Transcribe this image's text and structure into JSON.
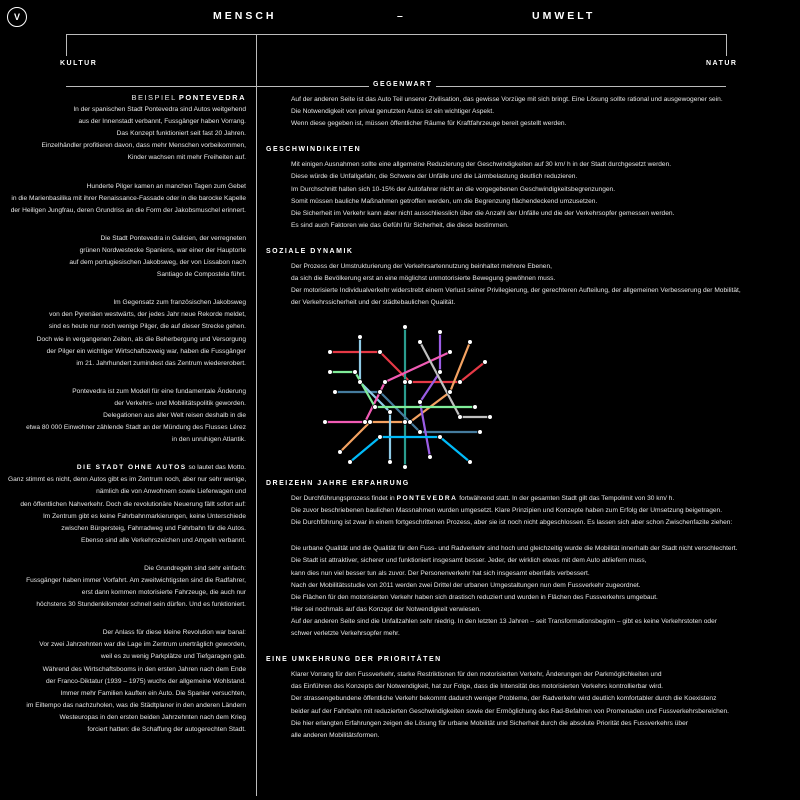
{
  "header": {
    "badge": "V",
    "left_word": "MENSCH",
    "dash": "–",
    "right_word": "UMWELT",
    "left_axis": "KULTUR",
    "right_axis": "NATUR",
    "center_axis": "GEGENWART"
  },
  "left": {
    "title_light": "BEISPIEL",
    "title_bold": "PONTEVEDRA",
    "p1": [
      "In der spanischen Stadt Pontevedra sind Autos weitgehend",
      "aus der Innenstadt verbannt, Fussgänger haben Vorrang.",
      "Das Konzept funktioniert seit fast 20 Jahren.",
      "Einzelhändler profitieren davon, dass mehr Menschen vorbeikommen,",
      "Kinder wachsen mit mehr Freiheiten auf."
    ],
    "p2": [
      "Hunderte Pilger kamen an manchen Tagen zum Gebet",
      "in die Marienbasilika mit ihrer Renaissance-Fassade oder in die barocke Kapelle",
      "der Heiligen Jungfrau, deren Grundriss an die Form der Jakobsmuschel erinnert."
    ],
    "p3": [
      "Die Stadt Pontevedra in Galicien, der verregneten",
      "grünen Nordwestecke Spaniens, war einer der Hauptorte",
      "auf dem portugiesischen Jakobsweg, der von Lissabon nach",
      "Santiago de Compostela führt."
    ],
    "p4": [
      "Im Gegensatz zum französischen Jakobsweg",
      "von den Pyrenäen westwärts, der jedes Jahr neue Rekorde meldet,",
      "sind es heute nur noch wenige Pilger, die auf dieser Strecke gehen.",
      "Doch wie in vergangenen Zeiten, als die Beherbergung und Versorgung",
      "der Pilger ein wichtiger Wirtschaftszweig war, haben die Fussgänger",
      "im 21. Jahrhundert zumindest das Zentrum wiedererobert."
    ],
    "p5": [
      "Pontevedra ist zum Modell für eine fundamentale Änderung",
      "der Verkehrs- und Mobilitätspolitik geworden.",
      "Delegationen aus aller Welt reisen deshalb in die",
      "etwa 80 000 Einwohner zählende Stadt an der Mündung des Flusses Lérez",
      "in den unruhigen Atlantik."
    ],
    "p6_bold": "DIE STADT OHNE AUTOS",
    "p6_first_rest": " so lautet das Motto.",
    "p6": [
      "Ganz stimmt es nicht, denn Autos gibt es im Zentrum noch, aber nur sehr wenige,",
      "nämlich die von Anwohnern sowie Lieferwagen und",
      "den öffentlichen Nahverkehr. Doch die revolutionäre Neuerung fällt sofort auf:",
      "Im Zentrum gibt es keine Fahrbahnmarkierungen, keine Unterschiede",
      "zwischen Bürgersteig, Fahrradweg und Fahrbahn für die Autos.",
      "Ebenso sind alle Verkehrszeichen und Ampeln verbannt."
    ],
    "p7": [
      "Die Grundregeln sind sehr einfach:",
      "Fussgänger haben immer Vorfahrt. Am zweitwichtigsten sind die Radfahrer,",
      "erst dann kommen motorisierte Fahrzeuge, die auch nur",
      "höchstens 30 Stundenkilometer schnell sein dürfen. Und es funktioniert."
    ],
    "p8": [
      "Der Anlass für diese kleine Revolution war banal:",
      "Vor zwei Jahrzehnten war die Lage im Zentrum unerträglich geworden,",
      "weil es zu wenig Parkplätze und Tiefgaragen gab.",
      "Während des Wirtschaftsbooms in den ersten Jahren nach dem Ende",
      "der Franco-Diktatur (1939 – 1975) wuchs der allgemeine Wohlstand.",
      "Immer mehr Familien kauften ein Auto. Die Spanier versuchten,",
      "im Eiltempo das nachzuholen, was die Städtplaner in den anderen Ländern",
      "Westeuropas in den ersten beiden Jahrzehnten nach dem Krieg",
      "forciert hatten: die Schaffung der autogerechten Stadt."
    ]
  },
  "right": {
    "intro": [
      "Auf der anderen Seite ist das Auto Teil unserer Zivilisation, das gewisse Vorzüge mit sich bringt. Eine Lösung sollte rational und ausgewogener sein.",
      "Die Notwendigkeit von privat genutzten Autos ist ein wichtiger Aspekt.",
      "Wenn diese gegeben ist, müssen öffentlicher Räume für Kraftfahrzeuge bereit gestellt werden."
    ],
    "s1_title": "GESCHWINDIKEITEN",
    "s1": [
      "Mit einigen Ausnahmen sollte eine allgemeine Reduzierung der Geschwindigkeiten auf 30 km/ h in der Stadt durchgesetzt werden.",
      "Diese würde die Unfallgefahr, die Schwere der Unfälle und die Lärmbelastung deutlich reduzieren.",
      "Im Durchschnitt halten sich 10-15% der Autofahrer nicht an die vorgegebenen Geschwindigkeitsbegrenzungen.",
      "Somit müssen bauliche Maßnahmen getroffen werden, um die Begrenzung flächendeckend umzusetzen.",
      "Die Sicherheit im Verkehr kann aber nicht ausschliesslich über die Anzahl der Unfälle und die der Verkehrsopfer gemessen werden.",
      "Es sind auch Faktoren wie das Gefühl für Sicherheit, die diese bestimmen."
    ],
    "s2_title": "SOZIALE DYNAMIK",
    "s2": [
      "Der Prozess der Umstrukturierung der Verkehrsartennutzung beinhaltet mehrere Ebenen,",
      "da sich die Bevölkerung erst an eine möglichst unmotorisierte Bewegung gewöhnen muss.",
      "Der motorisierte Individualverkehr widerstrebt einem Verlust seiner Privilegierung, der gerechteren Aufteilung, der allgemeinen Verbesserung der Mobilität,",
      "der Verkehrssicherheit und der städtebaulichen Qualität."
    ],
    "s3_title": "DREIZEHN JAHRE ERFAHRUNG",
    "s3_first_pre": "Der Durchführungsprozess findet in ",
    "s3_first_bold": "PONTEVEDRA",
    "s3_first_post": " fortwährend statt. In der gesamten Stadt gilt das Tempolimit von 30 km/ h.",
    "s3a": [
      "Die zuvor beschriebenen baulichen Massnahmen wurden umgesetzt. Klare Prinzipien und Konzepte haben zum Erfolg der Umsetzung beigetragen.",
      "Die Durchführung ist zwar in einem fortgeschrittenen Prozess, aber sie ist noch nicht abgeschlossen. Es lassen sich aber schon Zwischenfazite ziehen:"
    ],
    "s3b": [
      "Die urbane Qualität und die Qualität für den Fuss- und Radverkehr sind hoch und gleichzeitig wurde die Mobilität innerhalb der Stadt nicht verschlechtert.",
      "Die Stadt ist attraktiver, sicherer und funktioniert insgesamt besser. Jeder, der wirklich etwas mit dem Auto abliefern muss,",
      "kann dies nun viel besser tun als zuvor. Der Personenverkehr hat sich insgesamt ebenfalls verbessert.",
      "Nach der Mobilitätsstudie von 2011 werden zwei Drittel der urbanen Umgestaltungen nun dem Fussverkehr zugeordnet.",
      "Die Flächen für den motorisierten Verkehr haben sich drastisch reduziert und wurden in Flächen des Fussverkehrs umgebaut.",
      "Hier sei nochmals auf das Konzept der Notwendigkeit verwiesen.",
      "Auf der anderen Seite sind die Unfallzahlen sehr niedrig. In den letzten 13 Jahren – seit Transformationsbeginn – gibt es keine Verkehrstoten oder",
      "schwer verletzte Verkehrsopfer mehr."
    ],
    "s4_title": "EINE UMKEHRUNG DER PRIORITÄTEN",
    "s4": [
      "Klarer Vorrang für den Fussverkehr, starke Restriktionen für den motorisierten Verkehr, Änderungen der Parkmöglichkeiten und",
      "das Einführen des Konzepts der Notwendigkeit, hat zur Folge, dass die Intensität des motorisierten Verkehrs kontrollierbar wird.",
      "Der strassengebundene öffentliche Verkehr bekommt dadurch weniger Probleme, der Radverkehr wird deutlich komfortabler durch die Koexistenz",
      "beider auf der Fahrbahn mit reduzierten Geschwindigkeiten sowie der Ermöglichung des Rad-Befahren von Promenaden und Fussverkehrsbereichen.",
      "Die hier erlangten Erfahrungen zeigen die Lösung für urbane Mobilität und Sicherheit durch die absolute Priorität des Fussverkehrs über",
      "alle anderen Mobilitätsformen."
    ]
  },
  "map": {
    "colors": [
      "#e63946",
      "#f4a261",
      "#2a9d8f",
      "#457b9d",
      "#8ecae6",
      "#9b5de5",
      "#f15bb5",
      "#00bbf9",
      "#c0c0c0",
      "#80ed99"
    ]
  }
}
